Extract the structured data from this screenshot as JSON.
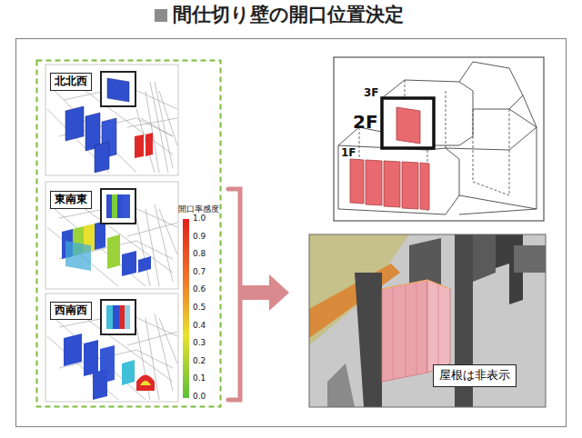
{
  "diagram": {
    "title": "間仕切り壁の開口位置決定",
    "nodes": [
      {
        "text": [
          "北北西"
        ]
      },
      {
        "text": [
          "東南東"
        ]
      },
      {
        "text": [
          "西南西"
        ]
      },
      {
        "text": [
          "屋根は非表示"
        ]
      }
    ],
    "labels": [
      "開口率感度",
      "1.0",
      "0.9",
      "0.8",
      "0.7",
      "0.6",
      "0.5",
      "0.4",
      "0.3",
      "0.2",
      "0.1",
      "0.0",
      "3F",
      "2F",
      "1F"
    ]
  }
}
